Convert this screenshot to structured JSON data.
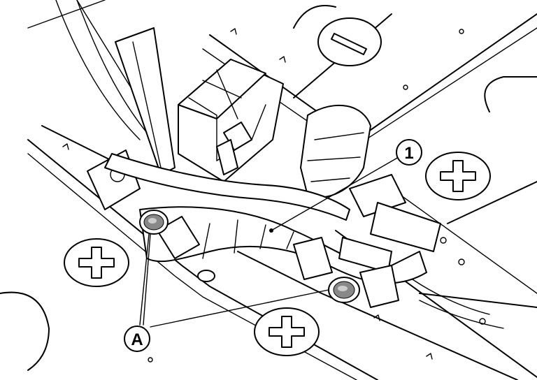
{
  "callouts": {
    "harness": {
      "label": "1"
    },
    "clips": {
      "label": "A"
    }
  },
  "terminal_marks": {
    "top": "minus-sign",
    "right": "plus-sign",
    "left": "plus-sign",
    "bottom": "plus-sign"
  },
  "colors": {
    "line": "#000000",
    "background": "#ffffff"
  }
}
